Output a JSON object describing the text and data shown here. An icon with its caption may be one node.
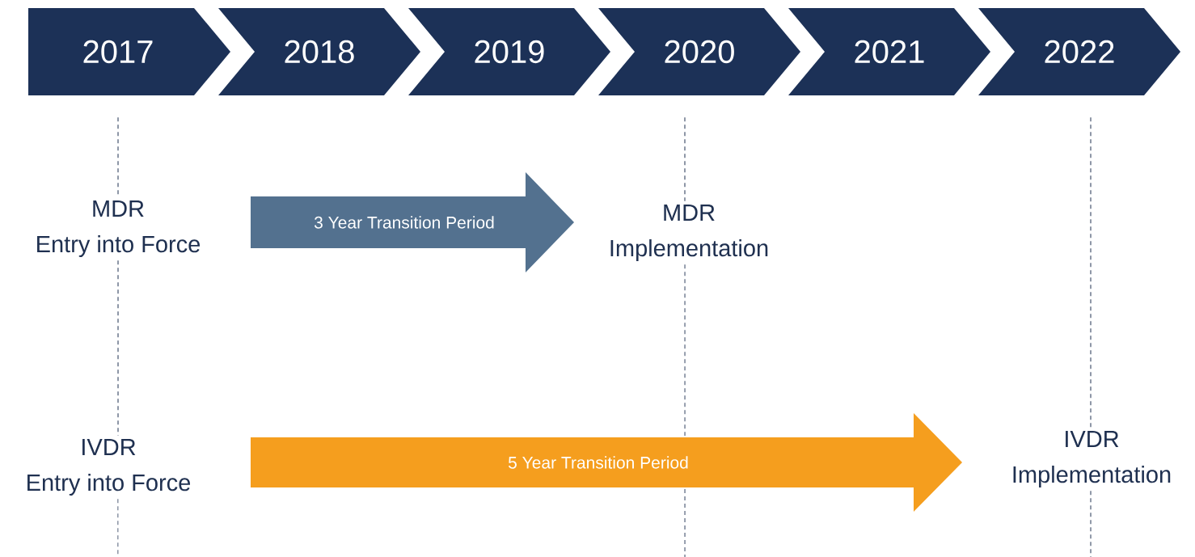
{
  "diagram": {
    "nodes": [
      {
        "text": [
          "2017"
        ]
      },
      {
        "text": [
          "2018"
        ]
      },
      {
        "text": [
          "2019"
        ]
      },
      {
        "text": [
          "2020"
        ]
      },
      {
        "text": [
          "2021"
        ]
      },
      {
        "text": [
          "2022"
        ]
      },
      {
        "text": [
          "MDR",
          "Entry into Force"
        ]
      },
      {
        "text": [
          "3 Year Transition Period"
        ]
      },
      {
        "text": [
          "MDR",
          "Implementation"
        ]
      },
      {
        "text": [
          "IVDR",
          "Entry into Force"
        ]
      },
      {
        "text": [
          "5 Year Transition Period"
        ]
      },
      {
        "text": [
          "IVDR",
          "Implementation"
        ]
      }
    ],
    "edges": [
      {
        "from": 0,
        "to": 6,
        "arrow": "none",
        "style": "dashed"
      },
      {
        "from": 6,
        "to": 9,
        "arrow": "none",
        "style": "dashed"
      },
      {
        "from": 9,
        "to": null,
        "arrow": "none",
        "style": "dashed"
      },
      {
        "from": 3,
        "to": 8,
        "arrow": "none",
        "style": "dashed"
      },
      {
        "from": 8,
        "to": null,
        "arrow": "none",
        "style": "dashed"
      },
      {
        "from": 5,
        "to": 11,
        "arrow": "none",
        "style": "dashed"
      },
      {
        "from": 11,
        "to": null,
        "arrow": "none",
        "style": "dashed"
      }
    ]
  }
}
